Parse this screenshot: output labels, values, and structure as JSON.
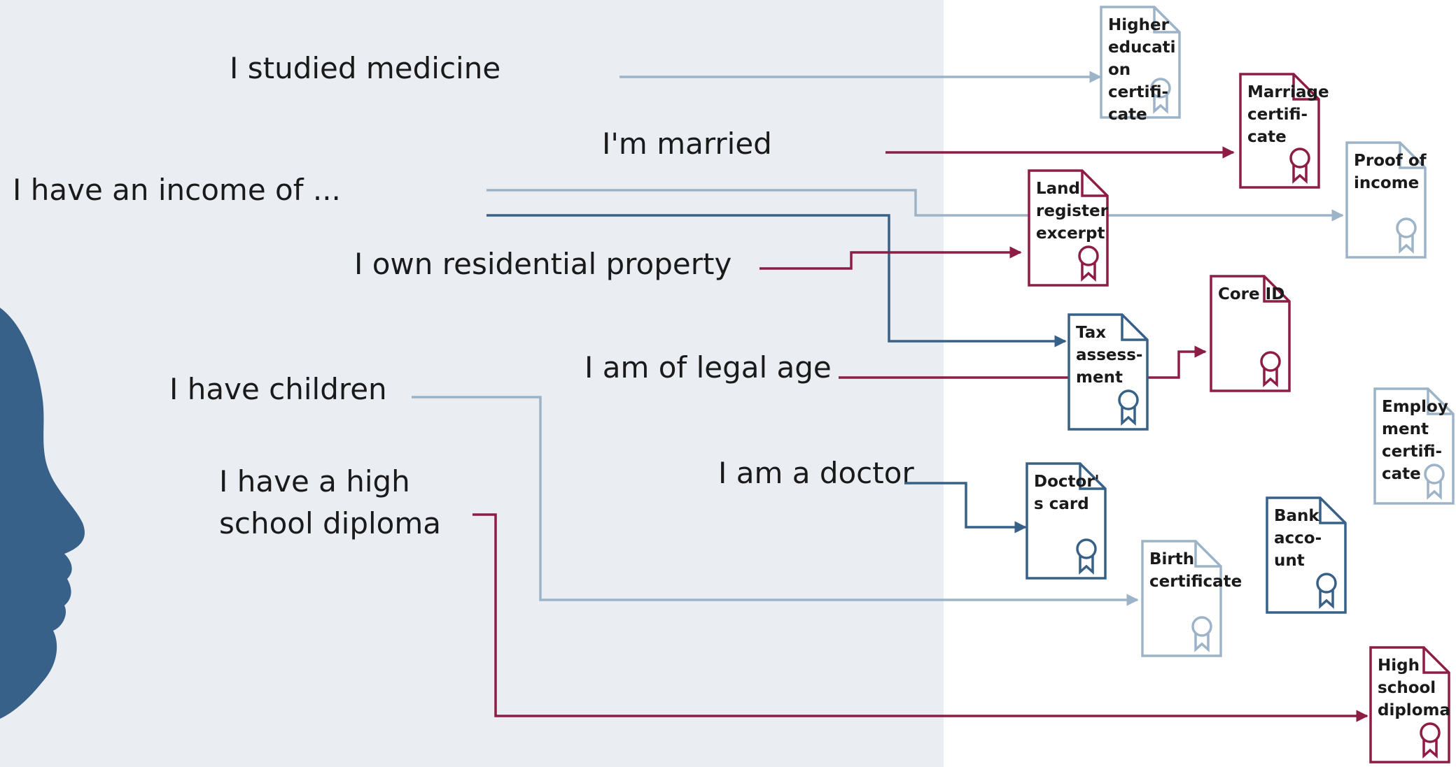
{
  "colors": {
    "left_panel": "#eaeef3",
    "right_panel": "#ffffff",
    "light_blue": "#9db3c8",
    "dark_blue": "#376188",
    "crimson": "#8d1d45",
    "face": "#376188",
    "text": "#1a1a1a"
  },
  "statements": [
    {
      "id": "studied-medicine",
      "lines": [
        "I studied medicine"
      ]
    },
    {
      "id": "married",
      "lines": [
        "I'm married"
      ]
    },
    {
      "id": "income",
      "lines": [
        "I have an income of ..."
      ]
    },
    {
      "id": "property",
      "lines": [
        "I own residential property"
      ]
    },
    {
      "id": "legal-age",
      "lines": [
        "I am of legal age"
      ]
    },
    {
      "id": "children",
      "lines": [
        "I have children"
      ]
    },
    {
      "id": "doctor",
      "lines": [
        "I am a doctor"
      ]
    },
    {
      "id": "diploma",
      "lines": [
        "I have a high",
        "school diploma"
      ]
    }
  ],
  "documents": [
    {
      "id": "higher-education-certificate",
      "color": "light_blue",
      "lines": [
        "Higher",
        "educati",
        "on",
        "certifi-",
        "cate"
      ]
    },
    {
      "id": "marriage-certificate",
      "color": "crimson",
      "lines": [
        "Marriage",
        "certifi-",
        "cate"
      ]
    },
    {
      "id": "proof-of-income",
      "color": "light_blue",
      "lines": [
        "Proof of",
        "income"
      ]
    },
    {
      "id": "land-register-excerpt",
      "color": "crimson",
      "lines": [
        "Land",
        "register",
        "excerpt"
      ]
    },
    {
      "id": "core-id",
      "color": "crimson",
      "lines": [
        "Core ID"
      ]
    },
    {
      "id": "tax-assessment",
      "color": "dark_blue",
      "lines": [
        "Tax",
        "assess-",
        "ment"
      ]
    },
    {
      "id": "employment-certificate",
      "color": "light_blue",
      "lines": [
        "Employ",
        "ment",
        "certifi-",
        "cate"
      ]
    },
    {
      "id": "doctors-card",
      "color": "dark_blue",
      "lines": [
        "Doctor'",
        "s card"
      ]
    },
    {
      "id": "bank-account",
      "color": "dark_blue",
      "lines": [
        "Bank",
        "acco-",
        "unt"
      ]
    },
    {
      "id": "birth-certificate",
      "color": "light_blue",
      "lines": [
        "Birth",
        "certificate"
      ]
    },
    {
      "id": "high-school-diploma",
      "color": "crimson",
      "lines": [
        "High",
        "school",
        "diploma"
      ]
    }
  ],
  "connectors": [
    {
      "from": "studied-medicine",
      "to": "higher-education-certificate",
      "color": "light_blue"
    },
    {
      "from": "married",
      "to": "marriage-certificate",
      "color": "crimson"
    },
    {
      "from": "income",
      "to": "proof-of-income",
      "color": "light_blue"
    },
    {
      "from": "income",
      "to": "tax-assessment",
      "color": "dark_blue"
    },
    {
      "from": "property",
      "to": "land-register-excerpt",
      "color": "crimson"
    },
    {
      "from": "legal-age",
      "to": "core-id",
      "color": "crimson"
    },
    {
      "from": "children",
      "to": "birth-certificate",
      "color": "light_blue"
    },
    {
      "from": "doctor",
      "to": "doctors-card",
      "color": "dark_blue"
    },
    {
      "from": "diploma",
      "to": "high-school-diploma",
      "color": "crimson"
    }
  ]
}
